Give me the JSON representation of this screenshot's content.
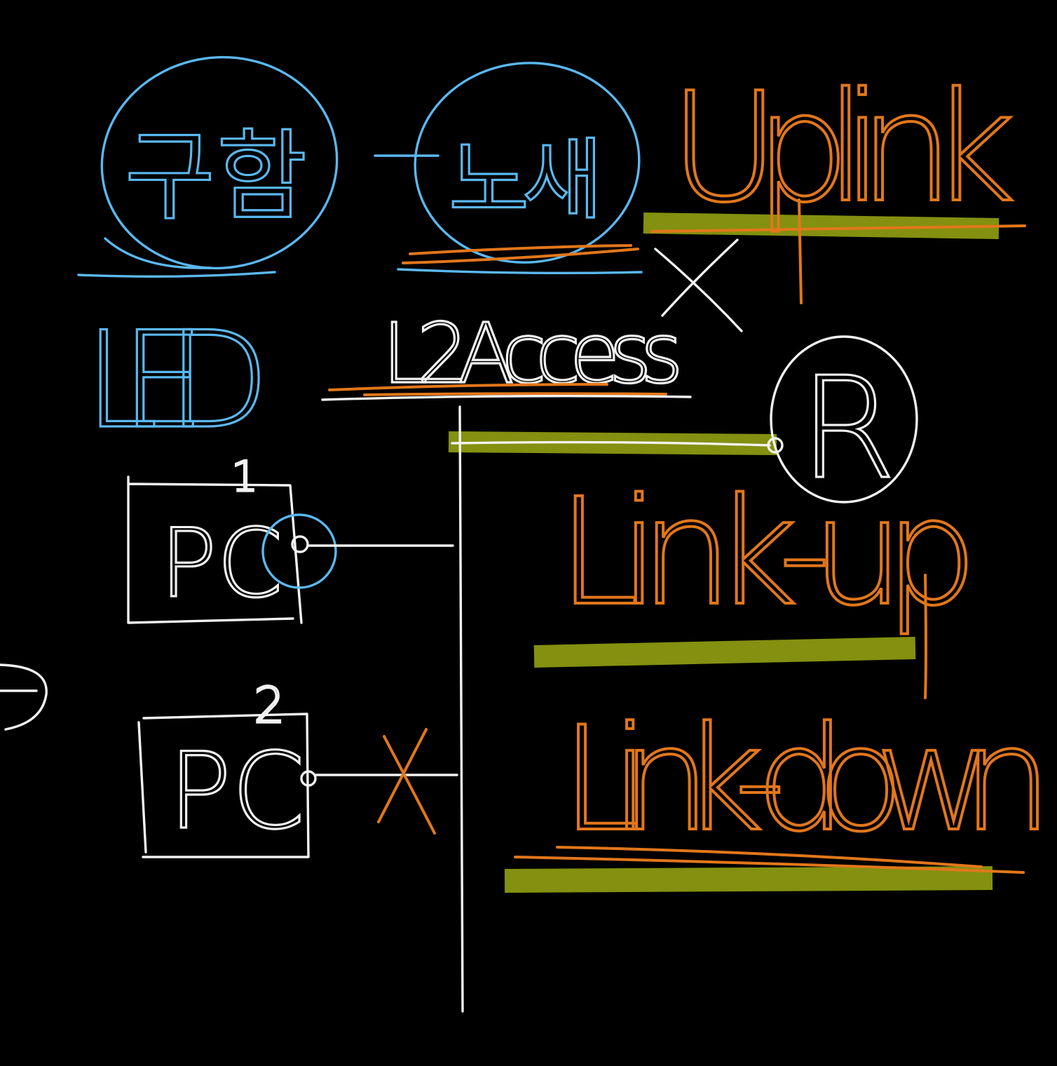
{
  "labels": {
    "korean_left": "구함",
    "korean_right": "노새",
    "led": "LED",
    "l2_access": "L2Access",
    "uplink": "Uplink",
    "router": "R",
    "link_up": "Link-up",
    "link_down": "Link-down",
    "pc1": "PC",
    "pc1_number": "1",
    "pc2": "PC",
    "pc2_number": "2",
    "cross_mark": "X"
  },
  "colors": {
    "background": "#000000",
    "blue_ink": "#5bb8f0",
    "white_ink": "#f2f2f2",
    "orange_ink": "#e2771b",
    "highlighter": "#a8b815"
  }
}
